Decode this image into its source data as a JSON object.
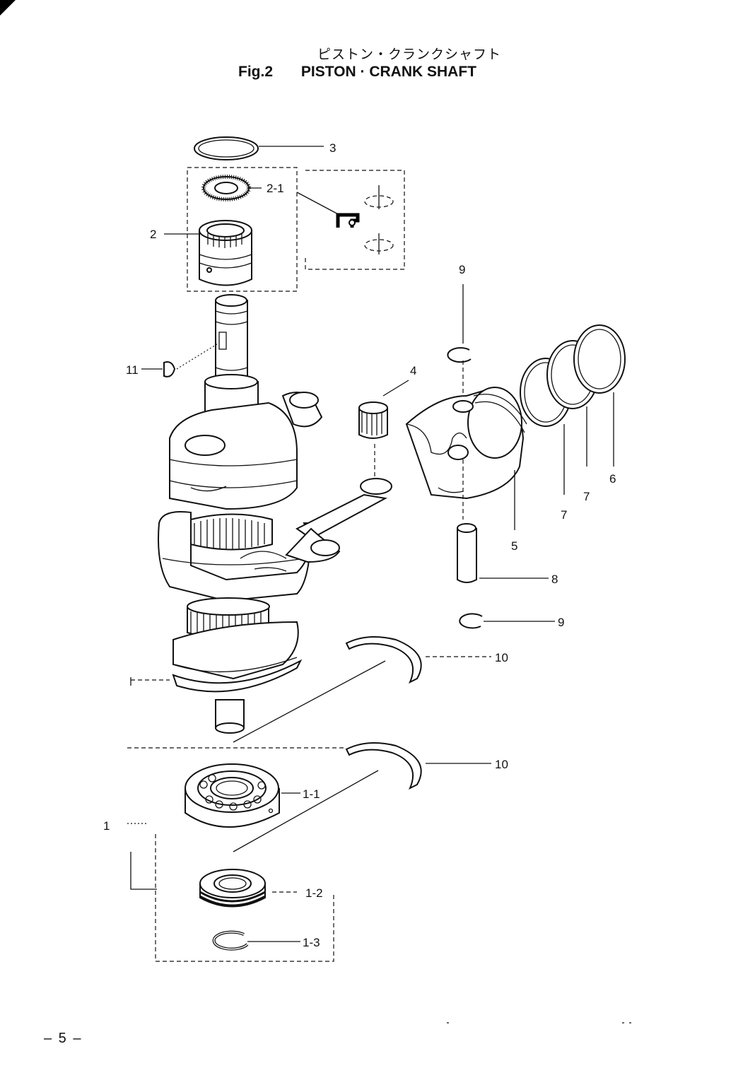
{
  "header": {
    "title_jp": "ピストン・クランクシャフト",
    "figure_number": "Fig.2",
    "title_en": "PISTON · CRANK SHAFT"
  },
  "callouts": {
    "c3": "3",
    "c2_1": "2-1",
    "c2": "2",
    "c9_top": "9",
    "c11": "11",
    "c4": "4",
    "c6": "6",
    "c7_a": "7",
    "c7_b": "7",
    "c5": "5",
    "c8": "8",
    "c9_bottom": "9",
    "c10_top": "10",
    "c10_bottom": "10",
    "c1": "1",
    "c1_1": "1-1",
    "c1_2": "1-2",
    "c1_3": "1-3"
  },
  "footer": {
    "page_number": "– 5 –"
  }
}
